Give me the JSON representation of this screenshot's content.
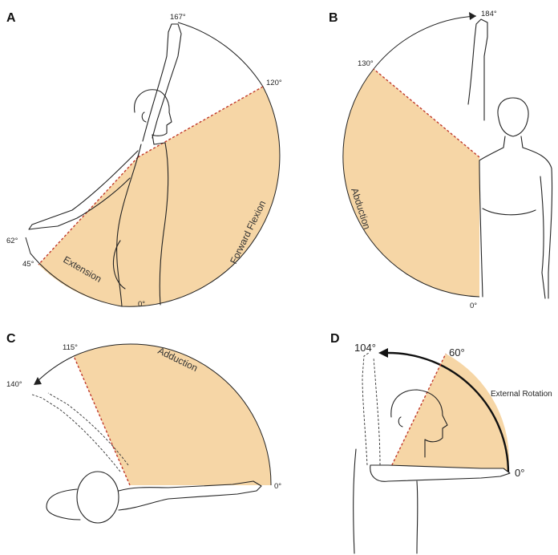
{
  "panels": {
    "a": {
      "letter": "A",
      "deg_167": "167°",
      "deg_120": "120°",
      "deg_62": "62°",
      "deg_45": "45°",
      "deg_0": "0°",
      "extension_label": "Extension",
      "flexion_label": "Forward Flexion"
    },
    "b": {
      "letter": "B",
      "deg_184": "184°",
      "deg_130": "130°",
      "deg_0": "0°",
      "abduction_label": "Abduction"
    },
    "c": {
      "letter": "C",
      "deg_115": "115°",
      "deg_140": "140°",
      "deg_0": "0°",
      "adduction_label": "Adduction"
    },
    "d": {
      "letter": "D",
      "deg_104": "104°",
      "deg_60": "60°",
      "deg_0": "0°",
      "rotation_label": "External Rotation"
    }
  },
  "colors": {
    "sector_fill": "#f6d6a6",
    "dashed_boundary": "#c0392b"
  }
}
